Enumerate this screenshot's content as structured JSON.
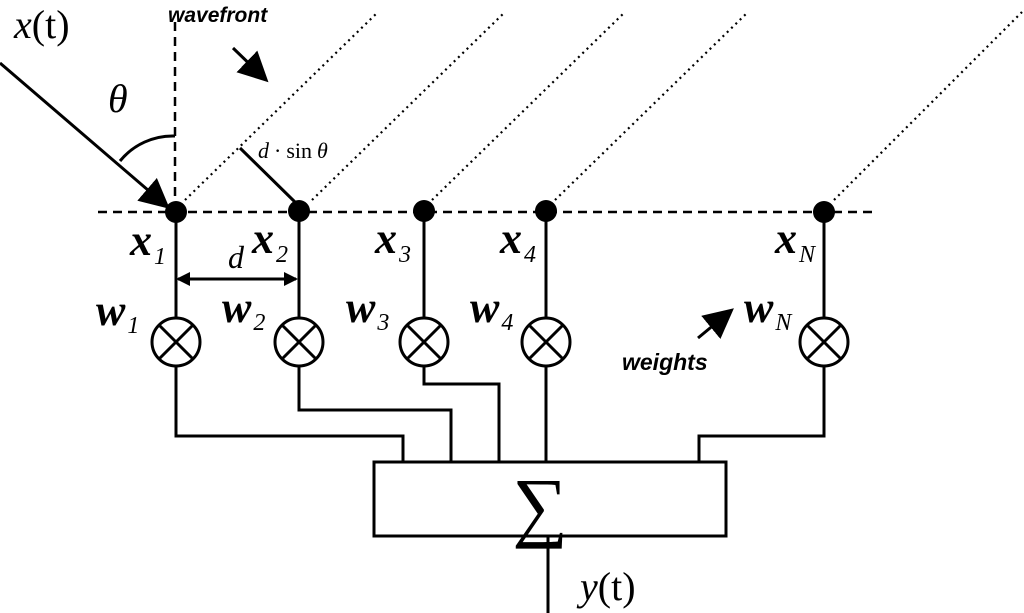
{
  "signal": {
    "base": "x",
    "arg": "(t)"
  },
  "output": {
    "base": "y",
    "arg": "(t)"
  },
  "wavefront_label": "wavefront",
  "angle_label": "θ",
  "delay_label": {
    "d": "d",
    "dot": "·",
    "sin": "sin",
    "theta": "θ"
  },
  "spacing_label": "d",
  "weights_label": "weights",
  "summer_symbol": "∑",
  "elements": [
    {
      "x_base": "x",
      "x_sub": "1",
      "w_base": "w",
      "w_sub": "1"
    },
    {
      "x_base": "x",
      "x_sub": "2",
      "w_base": "w",
      "w_sub": "2"
    },
    {
      "x_base": "x",
      "x_sub": "3",
      "w_base": "w",
      "w_sub": "3"
    },
    {
      "x_base": "x",
      "x_sub": "4",
      "w_base": "w",
      "w_sub": "4"
    },
    {
      "x_base": "x",
      "x_sub": "N",
      "w_base": "w",
      "w_sub": "N"
    }
  ]
}
